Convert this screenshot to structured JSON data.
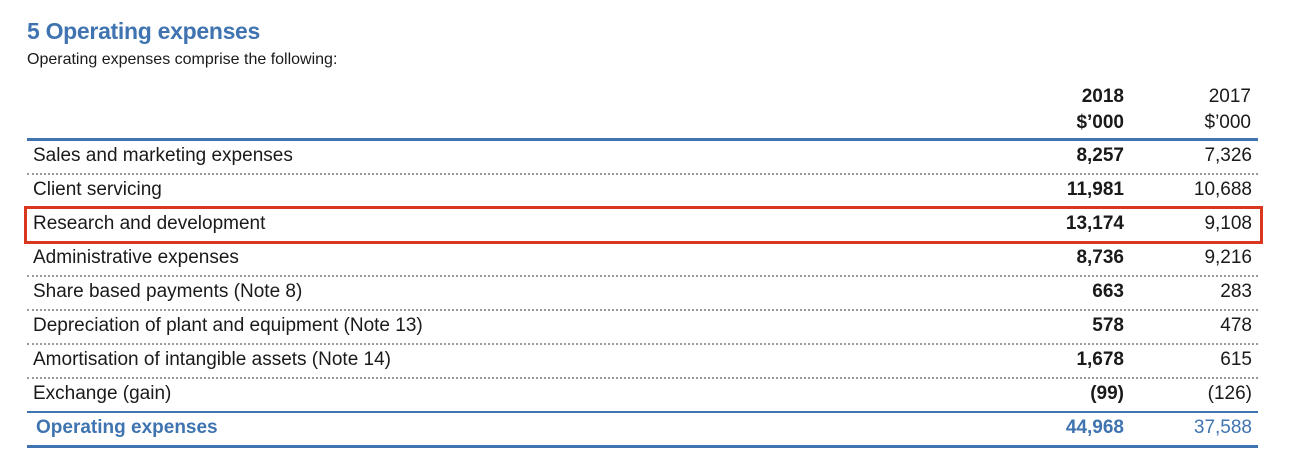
{
  "note": {
    "title": "5 Operating expenses",
    "subtitle": "Operating expenses comprise the following:"
  },
  "columns": {
    "current": {
      "year": "2018",
      "unit": "$’000"
    },
    "prior": {
      "year": "2017",
      "unit": "$’000"
    }
  },
  "rows": [
    {
      "label": "Sales and marketing expenses",
      "v2018": "8,257",
      "v2017": "7,326"
    },
    {
      "label": "Client servicing",
      "v2018": "11,981",
      "v2017": "10,688"
    },
    {
      "label": "Research and development",
      "v2018": "13,174",
      "v2017": "9,108"
    },
    {
      "label": "Administrative expenses",
      "v2018": "8,736",
      "v2017": "9,216"
    },
    {
      "label": "Share based payments (Note 8)",
      "v2018": "663",
      "v2017": "283"
    },
    {
      "label": "Depreciation of plant and equipment (Note 13)",
      "v2018": "578",
      "v2017": "478"
    },
    {
      "label": "Amortisation of intangible assets (Note 14)",
      "v2018": "1,678",
      "v2017": "615"
    },
    {
      "label": "Exchange (gain)",
      "v2018": "(99)",
      "v2017": "(126)"
    }
  ],
  "total": {
    "label": "Operating expenses",
    "v2018": "44,968",
    "v2017": "37,588"
  },
  "colors": {
    "accent": "#3f74b1",
    "highlight": "#d9381e",
    "text": "#1a1a1a"
  }
}
